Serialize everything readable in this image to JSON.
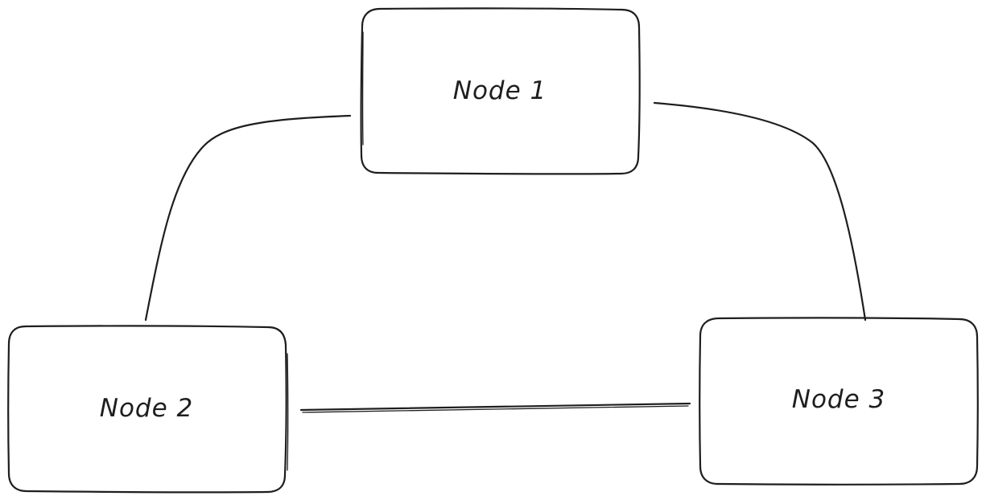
{
  "diagram": {
    "nodes": [
      {
        "id": "node-1",
        "label": "Node 1"
      },
      {
        "id": "node-2",
        "label": "Node 2"
      },
      {
        "id": "node-3",
        "label": "Node 3"
      }
    ],
    "edges": [
      {
        "from": "node-1",
        "to": "node-2"
      },
      {
        "from": "node-1",
        "to": "node-3"
      },
      {
        "from": "node-2",
        "to": "node-3"
      }
    ],
    "colors": {
      "stroke": "#1e1e1e",
      "background": "#ffffff"
    }
  }
}
